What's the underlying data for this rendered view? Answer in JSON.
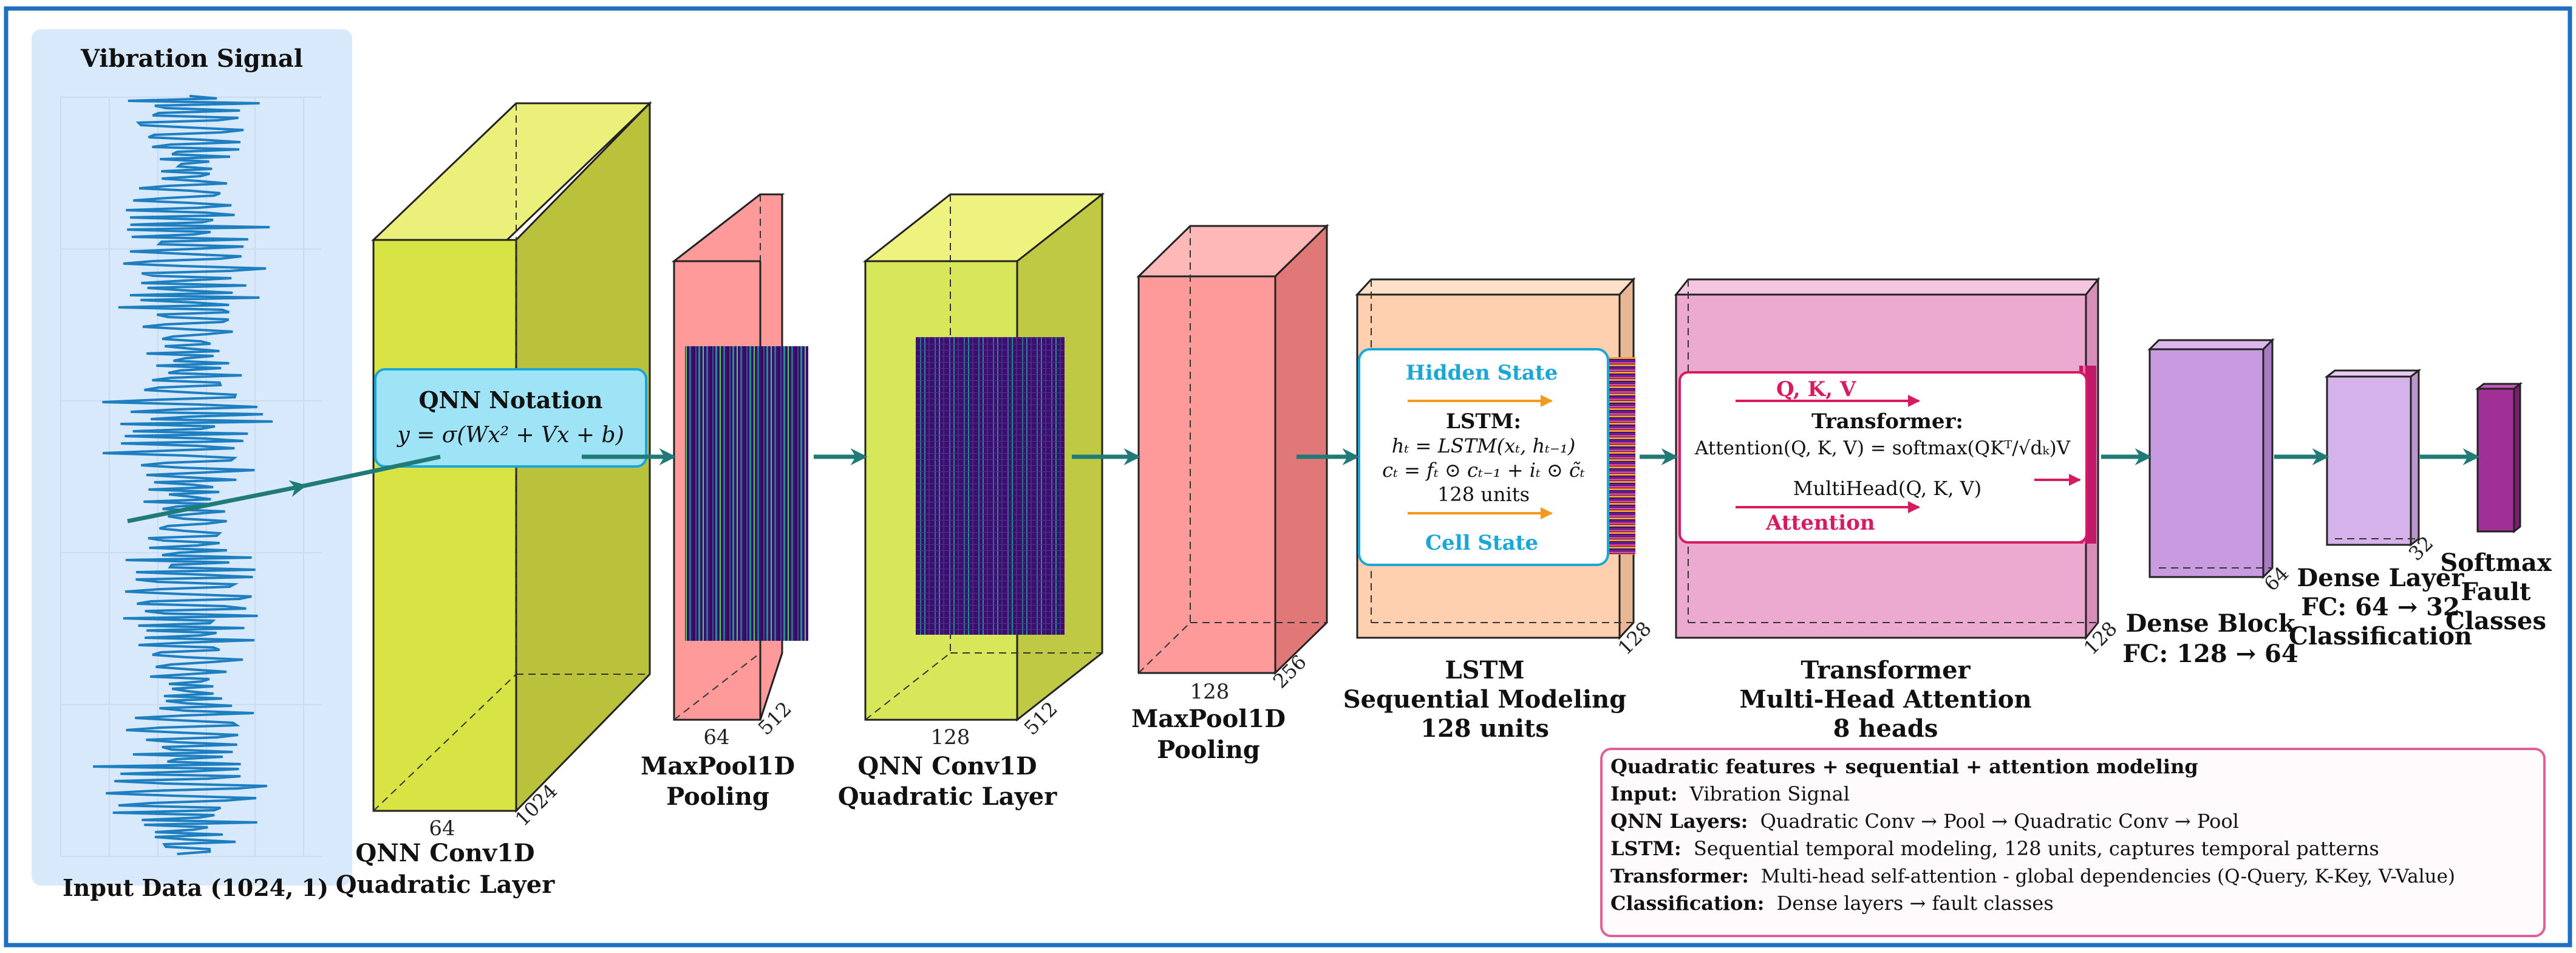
{
  "input": {
    "title": "Vibration Signal",
    "caption": "Input Data (1024, 1)"
  },
  "qnn_note": {
    "title": "QNN Notation",
    "formula": "y = σ(Wx² + Vx + b)"
  },
  "layers": [
    {
      "id": "qconv1",
      "line1": "QNN Conv1D",
      "line2": "Quadratic Layer",
      "dim_a": "64",
      "dim_b": "1024",
      "color": "#d8e344"
    },
    {
      "id": "pool1",
      "line1": "MaxPool1D",
      "line2": "Pooling",
      "dim_a": "64",
      "dim_b": "512",
      "color": "#ff9a9a"
    },
    {
      "id": "qconv2",
      "line1": "QNN Conv1D",
      "line2": "Quadratic Layer",
      "dim_a": "128",
      "dim_b": "512",
      "color": "#d8e65a"
    },
    {
      "id": "pool2",
      "line1": "MaxPool1D",
      "line2": "Pooling",
      "dim_a": "128",
      "dim_b": "256",
      "color": "#ff9a9a"
    },
    {
      "id": "lstm",
      "line1": "LSTM",
      "line2": "Sequential Modeling",
      "line3": "128 units",
      "dim_a": "",
      "dim_b": "128",
      "color": "#ffd0b0"
    },
    {
      "id": "transformer",
      "line1": "Transformer",
      "line2": "Multi-Head Attention",
      "line3": "8 heads",
      "dim_a": "",
      "dim_b": "128",
      "color": "#ecaad0"
    },
    {
      "id": "dense1",
      "line1": "Dense Block",
      "line2": "FC: 128 → 64",
      "dim_a": "",
      "dim_b": "64",
      "color": "#c89be0"
    },
    {
      "id": "dense2",
      "line1": "Dense Layer",
      "line2": "FC: 64 → 32",
      "line3": "Classification",
      "dim_a": "",
      "dim_b": "32",
      "color": "#d6b2ea"
    },
    {
      "id": "softmax",
      "line1": "Softmax",
      "line2": "Fault",
      "line3": "Classes",
      "dim_a": "",
      "dim_b": "",
      "color": "#a03095"
    }
  ],
  "lstm_box": {
    "hidden": "Hidden State",
    "title": "LSTM:",
    "eq1": "hₜ = LSTM(xₜ, hₜ₋₁)",
    "eq2": "cₜ = fₜ ⊙ cₜ₋₁ + iₜ ⊙ c̃ₜ",
    "units": "128 units",
    "cell": "Cell State"
  },
  "transformer_box": {
    "qkv": "Q, K, V",
    "title": "Transformer:",
    "eq1": "Attention(Q, K, V) = softmax(QKᵀ/√dₖ)V",
    "eq2": "MultiHead(Q, K, V)",
    "attention": "Attention"
  },
  "legend": {
    "heading": "Quadratic features + sequential + attention modeling",
    "rows": [
      {
        "key": "Input:",
        "text": "Vibration Signal"
      },
      {
        "key": "QNN Layers:",
        "text": "Quadratic Conv → Pool → Quadratic Conv → Pool"
      },
      {
        "key": "LSTM:",
        "text": "Sequential temporal modeling, 128 units, captures temporal patterns"
      },
      {
        "key": "Transformer:",
        "text": "Multi-head self-attention - global dependencies (Q-Query, K-Key, V-Value)"
      },
      {
        "key": "Classification:",
        "text": "Dense layers → fault classes"
      }
    ]
  },
  "colors": {
    "frame": "#1e6fc0",
    "arrow": "#1f7a78",
    "input_panel": "#d7e9fb",
    "signal": "#1e7fc0",
    "heatmap": "#3a0f6e",
    "cyan": "#1aa7d8",
    "pink": "#d81b60"
  }
}
